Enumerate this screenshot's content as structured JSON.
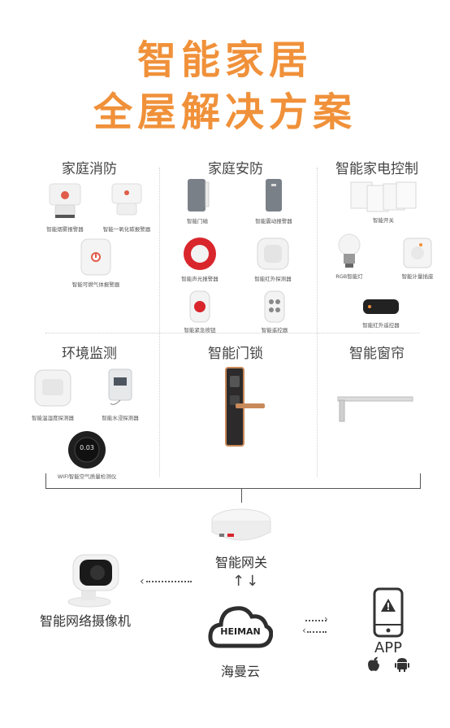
{
  "title": {
    "line1": "智能家居",
    "line2": "全屋解决方案"
  },
  "categories": {
    "fire": "家庭消防",
    "security": "家庭安防",
    "appliance": "智能家电控制",
    "env": "环境监测",
    "lock": "智能门锁",
    "curtain": "智能窗帘"
  },
  "devices": {
    "smoke": "智能烟雾报警器",
    "co": "智能一氧化碳报警器",
    "gas": "智能可燃气体报警器",
    "door": "智能门磁",
    "vibration": "智能震动报警器",
    "siren": "智能声光报警器",
    "pir": "智能红外探测器",
    "sos": "智能紧急按钮",
    "remote": "智能遥控器",
    "switch": "智能开关",
    "bulb": "RGB智能灯",
    "plug": "智能计量插座",
    "ir": "智能红外遥控器",
    "th": "智能温湿度探测器",
    "water": "智能水浸探测器",
    "air": "WIFI智能空气质量检测仪",
    "air_reading": "0.03"
  },
  "hub": {
    "label": "智能网关"
  },
  "camera": {
    "label": "智能网络摄像机"
  },
  "cloud": {
    "brand": "HEIMAN",
    "label": "海曼云"
  },
  "app": {
    "label": "APP"
  },
  "colors": {
    "accent": "#f0913a",
    "siren_red": "#d8262c",
    "lock_gold": "#c98a5a"
  }
}
